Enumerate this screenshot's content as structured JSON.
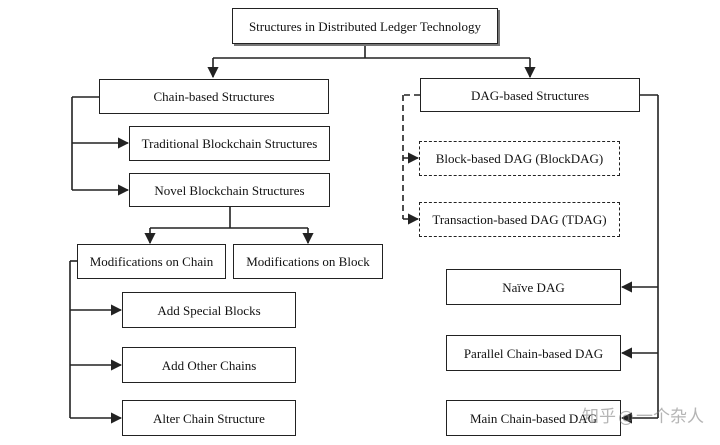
{
  "diagram": {
    "root": "Structures in Distributed Ledger Technology",
    "chain": {
      "title": "Chain-based Structures",
      "traditional": "Traditional Blockchain Structures",
      "novel": "Novel Blockchain Structures",
      "mod_chain": "Modifications on Chain",
      "mod_block": "Modifications on Block",
      "add_special": "Add Special Blocks",
      "add_other": "Add Other Chains",
      "alter": "Alter Chain Structure"
    },
    "dag": {
      "title": "DAG-based Structures",
      "blockdag": "Block-based DAG (BlockDAG)",
      "tdag": "Transaction-based DAG (TDAG)",
      "naive": "Naïve DAG",
      "parallel": "Parallel Chain-based DAG",
      "mainchain": "Main Chain-based DAG"
    }
  },
  "watermark": {
    "brand": "知乎",
    "handle": "一个杂人"
  }
}
